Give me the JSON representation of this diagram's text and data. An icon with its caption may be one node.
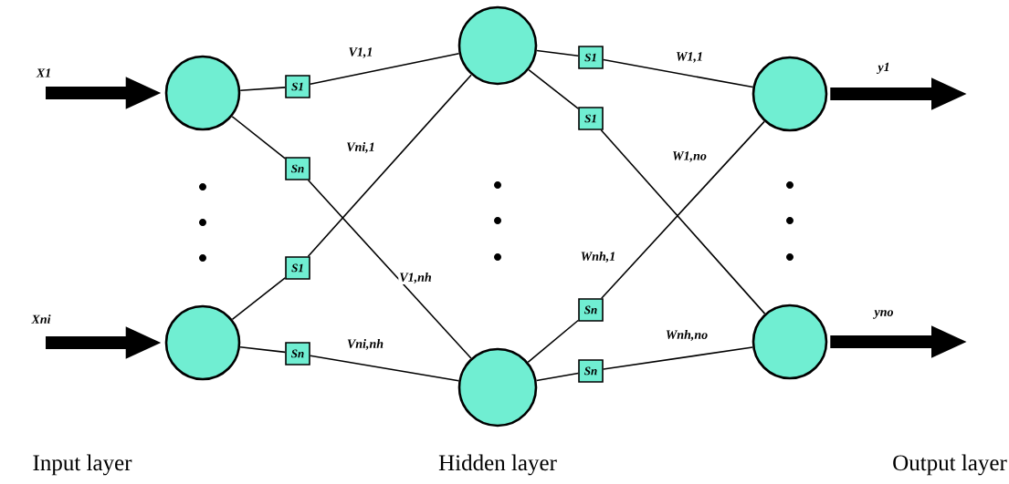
{
  "diagram": {
    "nodes": [
      {
        "text": [],
        "shape": "circle"
      },
      {
        "text": [],
        "shape": "circle"
      },
      {
        "text": [],
        "shape": "circle"
      },
      {
        "text": [],
        "shape": "circle"
      },
      {
        "text": [],
        "shape": "circle"
      },
      {
        "text": [],
        "shape": "circle"
      },
      {
        "text": [
          "S1"
        ]
      },
      {
        "text": [
          "Sn"
        ]
      },
      {
        "text": [
          "S1"
        ]
      },
      {
        "text": [
          "Sn"
        ]
      },
      {
        "text": [
          "S1"
        ]
      },
      {
        "text": [
          "S1"
        ]
      },
      {
        "text": [
          "Sn"
        ]
      },
      {
        "text": [
          "Sn"
        ]
      }
    ],
    "edges": [
      {
        "from": null,
        "to": 0,
        "arrow": "to",
        "label": "X1",
        "style": "thick"
      },
      {
        "from": null,
        "to": 1,
        "arrow": "to",
        "label": "Xni",
        "style": "thick"
      },
      {
        "from": 0,
        "to": 6,
        "arrow": "none"
      },
      {
        "from": 6,
        "to": 2,
        "arrow": "none",
        "label": "V1,1"
      },
      {
        "from": 0,
        "to": 7,
        "arrow": "none"
      },
      {
        "from": 7,
        "to": 3,
        "arrow": "none",
        "label": "V1,nh"
      },
      {
        "from": 1,
        "to": 8,
        "arrow": "none"
      },
      {
        "from": 8,
        "to": 2,
        "arrow": "none",
        "label": "Vni,1"
      },
      {
        "from": 1,
        "to": 9,
        "arrow": "none"
      },
      {
        "from": 9,
        "to": 3,
        "arrow": "none",
        "label": "Vni,nh"
      },
      {
        "from": 2,
        "to": 10,
        "arrow": "none"
      },
      {
        "from": 10,
        "to": 4,
        "arrow": "none",
        "label": "W1,1"
      },
      {
        "from": 2,
        "to": 11,
        "arrow": "none"
      },
      {
        "from": 11,
        "to": 5,
        "arrow": "none",
        "label": "W1,no"
      },
      {
        "from": 3,
        "to": 12,
        "arrow": "none"
      },
      {
        "from": 12,
        "to": 4,
        "arrow": "none",
        "label": "Wnh,1"
      },
      {
        "from": 3,
        "to": 13,
        "arrow": "none"
      },
      {
        "from": 13,
        "to": 5,
        "arrow": "none",
        "label": "Wnh,no"
      },
      {
        "from": 4,
        "to": null,
        "arrow": "to",
        "label": "y1",
        "style": "thick"
      },
      {
        "from": 5,
        "to": null,
        "arrow": "to",
        "label": "yno",
        "style": "thick"
      }
    ],
    "labels": [
      "Input layer",
      "Hidden layer",
      "Output layer"
    ]
  }
}
